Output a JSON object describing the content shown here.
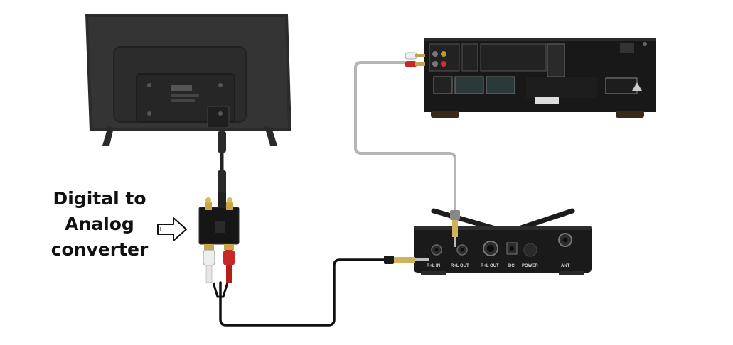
{
  "caption": {
    "line1": "Digital to",
    "line2": "Analog",
    "line3": "converter"
  },
  "receiver_ports": {
    "rl_in": "R+L IN",
    "rl_out_mini": "R+L OUT",
    "rl_out_jack": "R+L OUT",
    "dc": "DC",
    "power": "POWER",
    "ant": "ANT"
  },
  "colors": {
    "device_black": "#1a1a1a",
    "cable_black": "#111111",
    "cable_grey": "#b5b5b5",
    "rca_red": "#c62828",
    "rca_white": "#eeeeee",
    "background": "#ffffff"
  },
  "icons": {
    "pointer": "hollow-right-arrow"
  }
}
